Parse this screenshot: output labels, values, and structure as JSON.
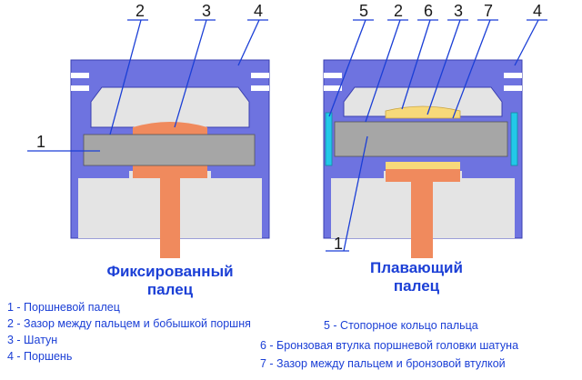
{
  "left_diagram": {
    "numbers": [
      "2",
      "3",
      "4",
      "1"
    ],
    "caption": [
      "Фиксированный",
      "палец"
    ]
  },
  "right_diagram": {
    "numbers": [
      "5",
      "2",
      "6",
      "3",
      "7",
      "4",
      "1"
    ],
    "caption": [
      "Плавающий",
      "палец"
    ]
  },
  "legend": {
    "col1": [
      "1 - Поршневой палец",
      "2 - Зазор между пальцем и бобышкой поршня",
      "3 - Шатун",
      "4 - Поршень"
    ],
    "col2": [
      "5 - Стопорное кольцо пальца",
      "6 - Бронзовая втулка поршневой головки шатуна",
      "7 - Зазор между пальцем и бронзовой втулкой"
    ]
  },
  "colors": {
    "piston": "#6e73e0",
    "piston_dark": "#3a3fb0",
    "fill": "#e4e4e4",
    "pin": "#a6a6a6",
    "rod": "#f08a5d",
    "bushing": "#f7d97a",
    "ring": "#22c8e8",
    "leader": "#1b3fd6"
  }
}
